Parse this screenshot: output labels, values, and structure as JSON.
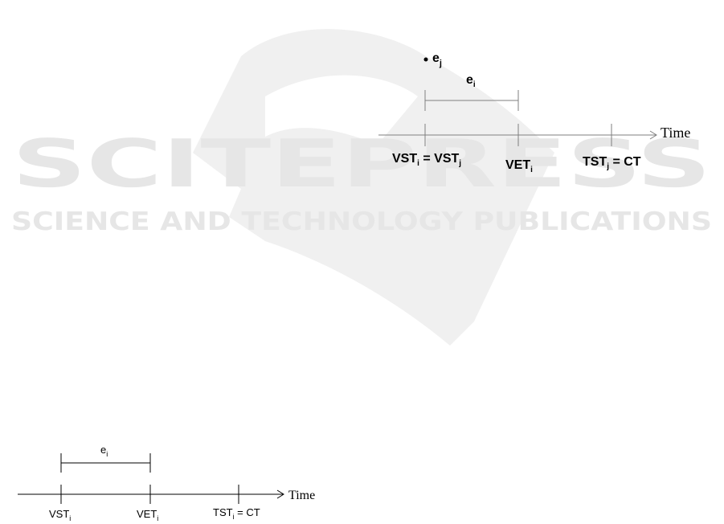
{
  "watermark": {
    "title": "SCITEPRESS",
    "subtitle": "SCIENCE AND TECHNOLOGY PUBLICATIONS"
  },
  "top_diagram": {
    "point_label": "e",
    "point_sub": "j",
    "interval_label": "e",
    "interval_sub": "i",
    "axis_label": "Time",
    "tick1": {
      "a": "VST",
      "a_sub": "i",
      "eq": " = ",
      "b": "VST",
      "b_sub": "j"
    },
    "tick2": {
      "a": "VET",
      "a_sub": "i"
    },
    "tick3": {
      "a": "TST",
      "a_sub": "j",
      "rest": " = CT"
    }
  },
  "bottom_diagram": {
    "interval_label": "e",
    "interval_sub": "i",
    "axis_label": "Time",
    "tick1": {
      "a": "VST",
      "a_sub": "i"
    },
    "tick2": {
      "a": "VET",
      "a_sub": "i"
    },
    "tick3": {
      "a": "TST",
      "a_sub": "i",
      "rest": " = CT"
    }
  }
}
